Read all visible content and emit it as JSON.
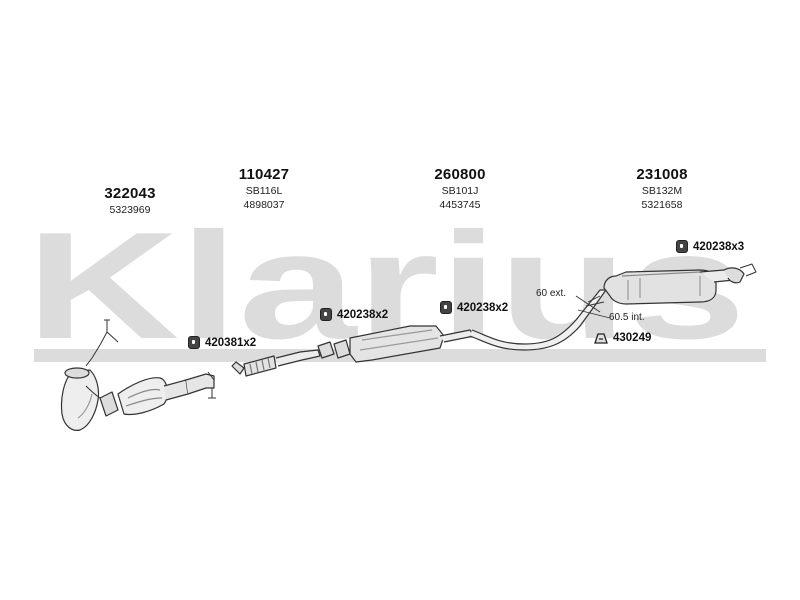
{
  "watermark": {
    "text": "Klarius",
    "color": "#d9d9d9"
  },
  "parts": [
    {
      "id": "downpipe",
      "code": "322043",
      "ref": "",
      "oem": "5323969"
    },
    {
      "id": "front-pipe",
      "code": "110427",
      "ref": "SB116L",
      "oem": "4898037"
    },
    {
      "id": "middle-silencer",
      "code": "260800",
      "ref": "SB101J",
      "oem": "4453745"
    },
    {
      "id": "rear-silencer",
      "code": "231008",
      "ref": "SB132M",
      "oem": "5321658"
    }
  ],
  "callouts": [
    {
      "id": "clamp-front",
      "label": "420381x2",
      "icon": "clamp-icon"
    },
    {
      "id": "clamp-mid-left",
      "label": "420238x2",
      "icon": "rubber-mount-icon"
    },
    {
      "id": "clamp-mid-right",
      "label": "420238x2",
      "icon": "rubber-mount-icon"
    },
    {
      "id": "mount-rear",
      "label": "420238x3",
      "icon": "rubber-mount-icon"
    },
    {
      "id": "hanger-rear",
      "label": "430249",
      "icon": "hanger-icon"
    }
  ],
  "notes": {
    "ext": "60 ext.",
    "int": "60.5 int."
  },
  "colors": {
    "line": "#333333",
    "fill": "#ececec",
    "shade": "#bdbdbd"
  }
}
